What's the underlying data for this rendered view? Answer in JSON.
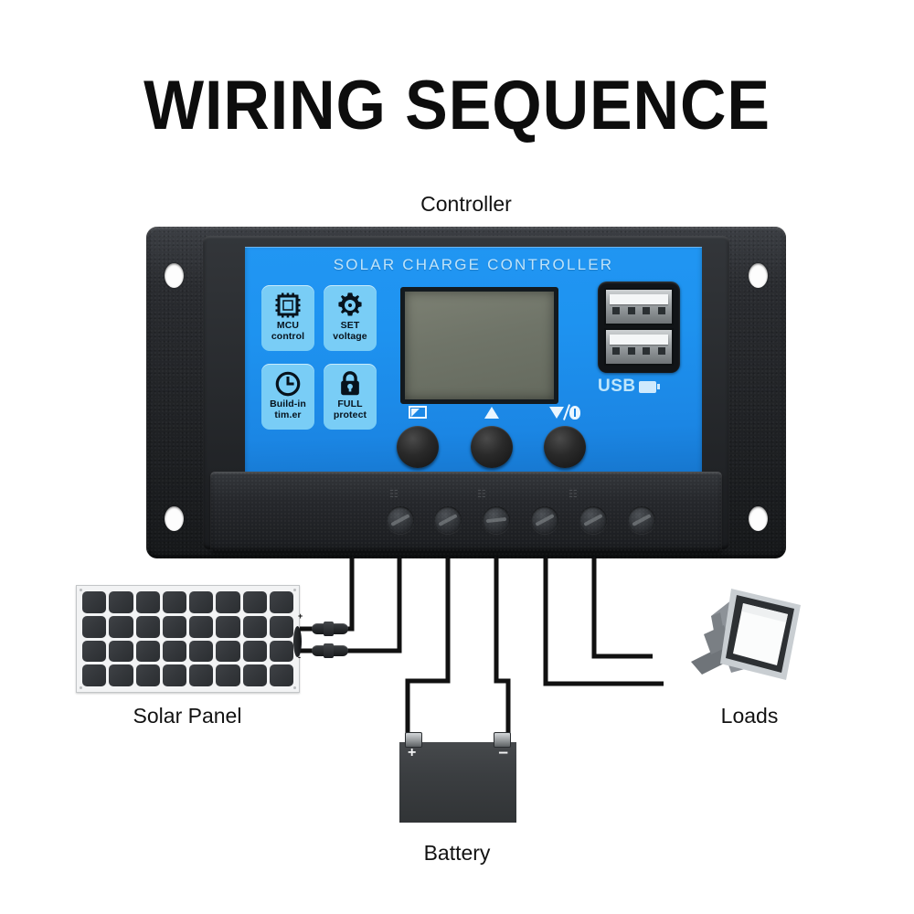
{
  "title": "WIRING SEQUENCE",
  "labels": {
    "controller": "Controller",
    "solar_panel": "Solar Panel",
    "battery": "Battery",
    "loads": "Loads"
  },
  "controller": {
    "faceplate_title": "SOLAR CHARGE CONTROLLER",
    "badges": [
      {
        "icon": "mcu-chip-icon",
        "line1": "MCU",
        "line2": "control"
      },
      {
        "icon": "gear-icon",
        "line1": "SET",
        "line2": "voltage"
      },
      {
        "icon": "clock-icon",
        "line1": "Build-in",
        "line2": "tim.er"
      },
      {
        "icon": "padlock-icon",
        "line1": "FULL",
        "line2": "protect"
      }
    ],
    "usb": {
      "label": "USB",
      "port_count": 2,
      "icon": "usb-battery-icon"
    },
    "keys": [
      {
        "icon": "menu-return-icon",
        "name": "menu-key"
      },
      {
        "icon": "triangle-up-icon",
        "name": "up-key"
      },
      {
        "icon": "triangle-down-bulb-icon",
        "name": "down-light-key"
      }
    ],
    "lcd": {
      "state": "blank"
    },
    "terminal_screw_count": 6,
    "terminal_marks": [
      "",
      "",
      "",
      "",
      "",
      ""
    ],
    "mounting_holes": 4
  },
  "solar_panel": {
    "cell_columns": 8,
    "cell_rows": 4,
    "connectors": [
      {
        "name": "mc4-positive",
        "mark": "+"
      },
      {
        "name": "mc4-negative",
        "mark": "-"
      }
    ]
  },
  "battery": {
    "positive_sign": "+",
    "negative_sign": "–"
  },
  "loads": {
    "device": "led-floodlight"
  },
  "colors": {
    "faceplate_blue": "#1e93f0",
    "badge_blue": "#79cdf6",
    "housing_black": "#26282c",
    "lcd_olive": "#6f7468",
    "wire_black": "#111111",
    "panel_cell": "#34373b",
    "battery_body": "#3b3e41",
    "loads_gray": "#9aa0a5",
    "title_black": "#0d0d0d"
  },
  "wires": {
    "count": 6,
    "routes": [
      {
        "from": "controller-terminal-1",
        "to": "solar-panel-positive"
      },
      {
        "from": "controller-terminal-2",
        "to": "solar-panel-negative"
      },
      {
        "from": "controller-terminal-3",
        "to": "battery-positive"
      },
      {
        "from": "controller-terminal-4",
        "to": "battery-negative"
      },
      {
        "from": "controller-terminal-5",
        "to": "loads-terminal-1"
      },
      {
        "from": "controller-terminal-6",
        "to": "loads-terminal-2"
      }
    ]
  }
}
